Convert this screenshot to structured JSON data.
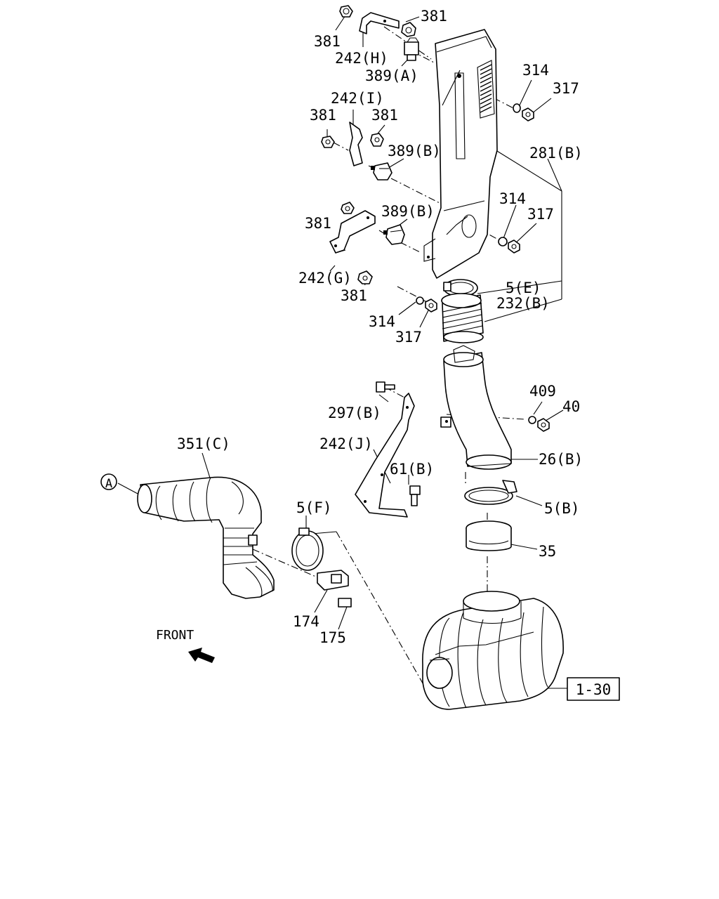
{
  "labels": {
    "n381_a": "381",
    "n381_b": "381",
    "n242h": "242(H)",
    "n389a": "389(A)",
    "n314_a": "314",
    "n317_a": "317",
    "n242i": "242(I)",
    "n381_c": "381",
    "n381_d": "381",
    "n389b_a": "389(B)",
    "n281b": "281(B)",
    "n314_b": "314",
    "n317_b": "317",
    "n381_e": "381",
    "n389b_b": "389(B)",
    "n242g": "242(G)",
    "n381_f": "381",
    "n5e": "5(E)",
    "n232b": "232(B)",
    "n314_c": "314",
    "n317_c": "317",
    "n409": "409",
    "n40": "40",
    "n297b": "297(B)",
    "n351c": "351(C)",
    "n242j": "242(J)",
    "n61b": "61(B)",
    "n26b": "26(B)",
    "circle_a": "A",
    "n5f": "5(F)",
    "n5b": "5(B)",
    "n35": "35",
    "n174": "174",
    "n175": "175",
    "front": "FRONT",
    "ref_1_30": "1-30"
  }
}
